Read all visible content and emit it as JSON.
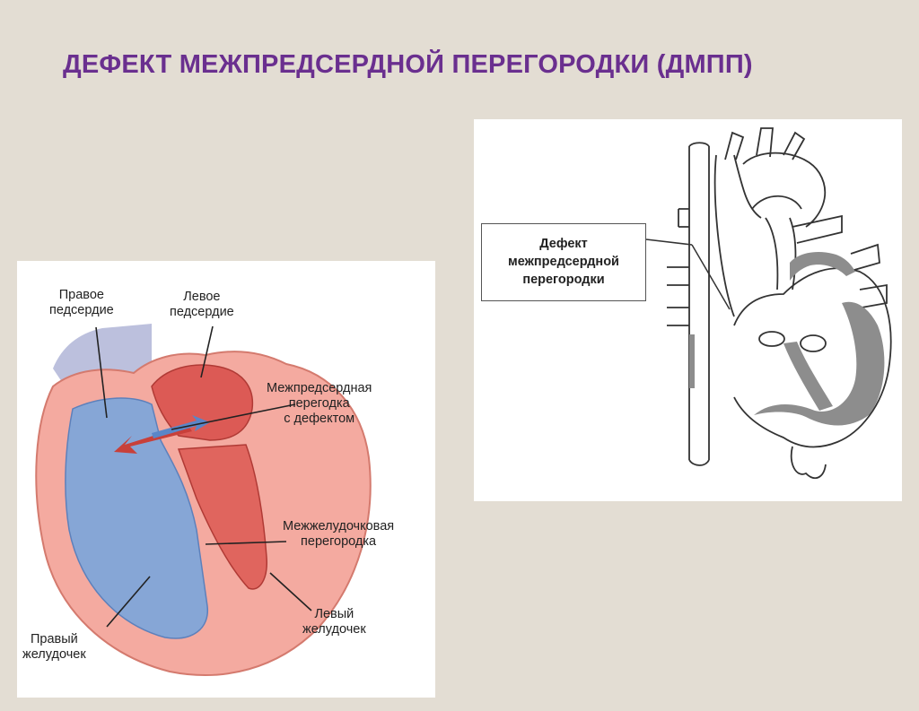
{
  "title": "ДЕФЕКТ МЕЖПРЕДСЕРДНОЙ ПЕРЕГОРОДКИ (ДМПП)",
  "colors": {
    "background": "#e3ddd3",
    "title": "#6a2f8f",
    "right_heart_blue": "#7f9fd0",
    "left_heart_red": "#d9534f",
    "muscle_pink": "#f2a39a",
    "septum_gray": "#8a8a8a"
  },
  "left_diagram": {
    "labels": {
      "right_atrium": [
        "Правое",
        "педсердие"
      ],
      "left_atrium": [
        "Левое",
        "педсердие"
      ],
      "atrial_septum": [
        "Межпредсердная",
        "перегодка",
        "с дефектом"
      ],
      "ventricular_septum": [
        "Межжелудочковая",
        "перегородка"
      ],
      "left_ventricle": [
        "Левый",
        "желудочек"
      ],
      "right_ventricle": [
        "Правый",
        "желудочек"
      ]
    }
  },
  "right_diagram": {
    "callout": [
      "Дефект",
      "межпредсердной",
      "перегородки"
    ]
  }
}
